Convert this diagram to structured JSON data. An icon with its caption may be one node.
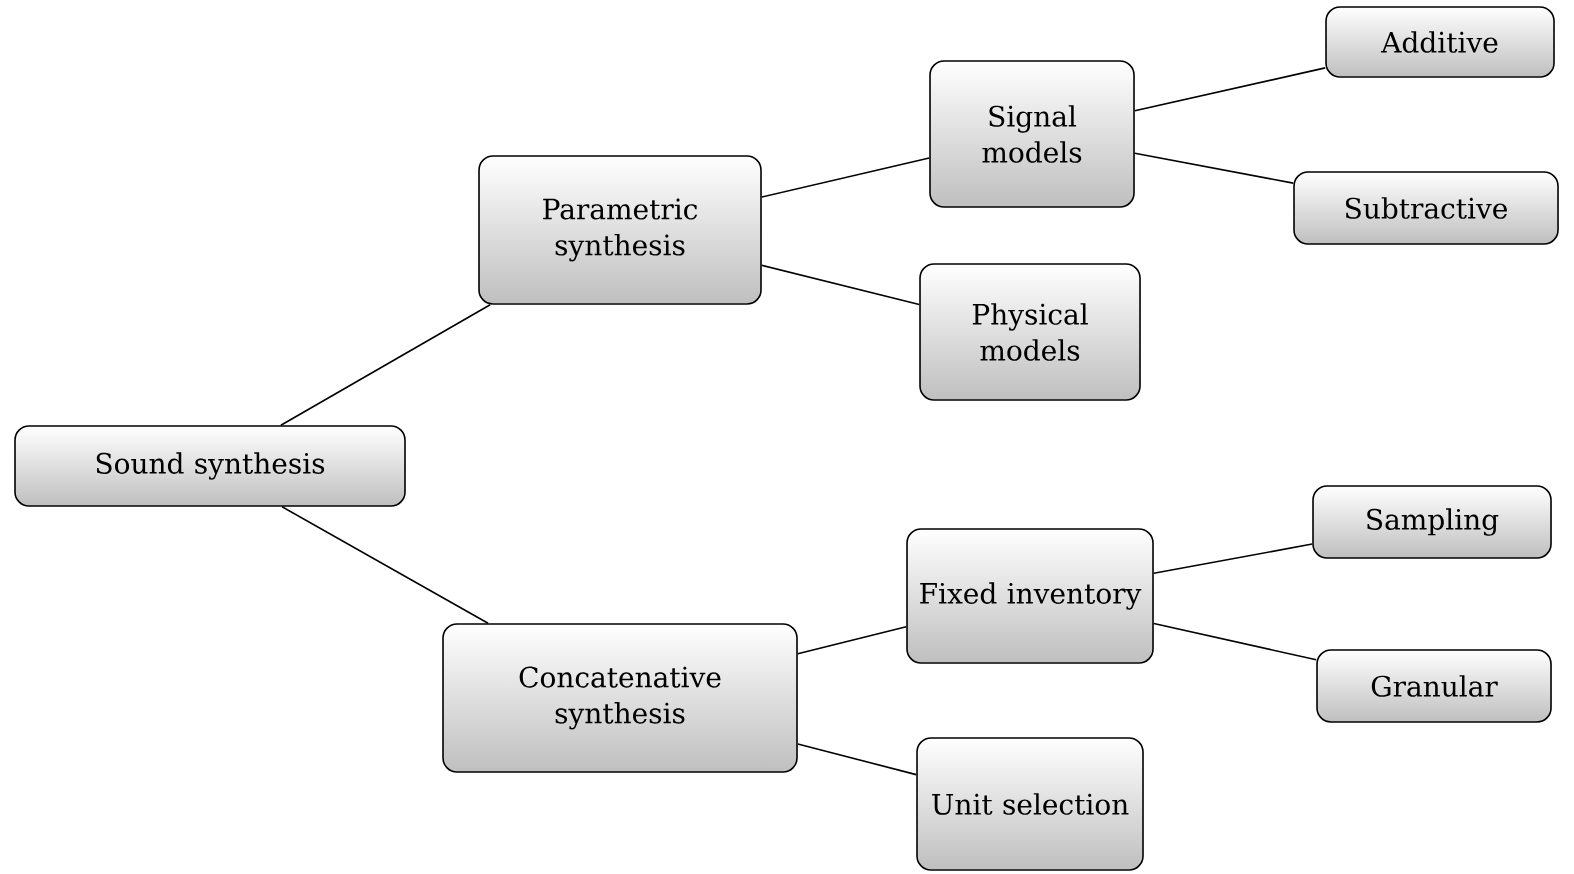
{
  "diagram": {
    "nodes": [
      {
        "text": [
          "Sound synthesis"
        ]
      },
      {
        "text": [
          "Parametric synthesis"
        ]
      },
      {
        "text": [
          "Signal models"
        ]
      },
      {
        "text": [
          "Additive"
        ]
      },
      {
        "text": [
          "Subtractive"
        ]
      },
      {
        "text": [
          "Physical models"
        ]
      },
      {
        "text": [
          "Concatenative synthesis"
        ]
      },
      {
        "text": [
          "Fixed inventory"
        ]
      },
      {
        "text": [
          "Sampling"
        ]
      },
      {
        "text": [
          "Granular"
        ]
      },
      {
        "text": [
          "Unit selection"
        ]
      }
    ],
    "edges": [
      {
        "from": 0,
        "to": 1,
        "arrow": "none"
      },
      {
        "from": 1,
        "to": 2,
        "arrow": "none"
      },
      {
        "from": 2,
        "to": 3,
        "arrow": "none"
      },
      {
        "from": 2,
        "to": 4,
        "arrow": "none"
      },
      {
        "from": 1,
        "to": 5,
        "arrow": "none"
      },
      {
        "from": 0,
        "to": 6,
        "arrow": "none"
      },
      {
        "from": 6,
        "to": 7,
        "arrow": "none"
      },
      {
        "from": 7,
        "to": 8,
        "arrow": "none"
      },
      {
        "from": 7,
        "to": 9,
        "arrow": "none"
      },
      {
        "from": 6,
        "to": 10,
        "arrow": "none"
      }
    ]
  }
}
